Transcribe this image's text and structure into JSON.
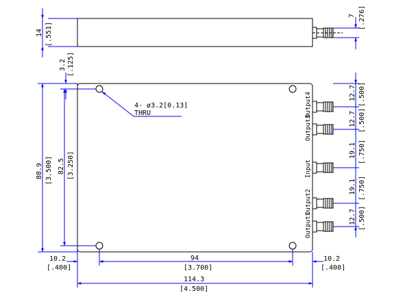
{
  "dimensions": {
    "top_height_mm": "14",
    "top_height_in": "[.551]",
    "conn_height_mm": "7",
    "conn_height_in": "[.276]",
    "hole_offset_mm": "3.2",
    "hole_offset_in": "[.125]",
    "hole_callout": "4- ø3.2[0.13]",
    "thru_label": "THRU",
    "height_mm": "88.9",
    "height_in": "[3.500]",
    "hole_span_v_mm": "82.5",
    "hole_span_v_in": "[3.250]",
    "spacing_a_mm": "12.7",
    "spacing_a_in": "[.500]",
    "spacing_b_mm": "12.7",
    "spacing_b_in": "[.500]",
    "spacing_c_mm": "19.1",
    "spacing_c_in": "[.750]",
    "spacing_d_mm": "19.1",
    "spacing_d_in": "[.750]",
    "spacing_e_mm": "12.7",
    "spacing_e_in": "[.500]",
    "left_margin_mm": "10.2",
    "left_margin_in": "[.400]",
    "hole_span_h_mm": "94",
    "hole_span_h_in": "[3.700]",
    "right_margin_mm": "10.2",
    "right_margin_in": "[.400]",
    "width_mm": "114.3",
    "width_in": "[4.500]"
  },
  "ports": {
    "output4": "Output4",
    "output3": "Output3",
    "input": "Input",
    "output2": "Output2",
    "output1": "Output1"
  }
}
